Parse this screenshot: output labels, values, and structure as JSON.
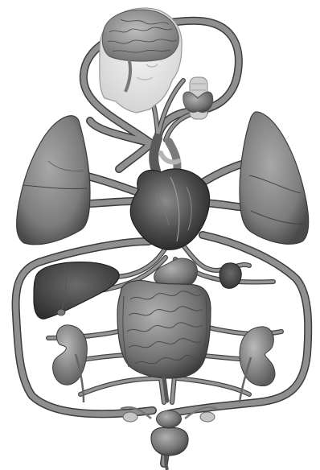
{
  "figure": {
    "labels": [],
    "organs": [
      {
        "id": "head-brain",
        "icon": "head-with-brain-illustration"
      },
      {
        "id": "thyroid",
        "icon": "thyroid-illustration"
      },
      {
        "id": "left-lung",
        "icon": "lung-illustration"
      },
      {
        "id": "right-lung",
        "icon": "lung-illustration"
      },
      {
        "id": "heart",
        "icon": "heart-illustration"
      },
      {
        "id": "liver",
        "icon": "liver-illustration"
      },
      {
        "id": "stomach",
        "icon": "stomach-illustration"
      },
      {
        "id": "spleen",
        "icon": "spleen-illustration"
      },
      {
        "id": "intestines",
        "icon": "intestines-illustration"
      },
      {
        "id": "left-kidney",
        "icon": "kidney-illustration"
      },
      {
        "id": "right-kidney",
        "icon": "kidney-illustration"
      },
      {
        "id": "bladder-reproductive",
        "icon": "bladder-illustration"
      }
    ],
    "colors": {
      "vessel": "#8a8a8a",
      "vessel_edge": "#3a3a3a",
      "organ_dark": "#5a5a5a",
      "organ_mid": "#8c8c8c",
      "organ_light": "#c8c8c8",
      "background": "#ffffff"
    }
  }
}
